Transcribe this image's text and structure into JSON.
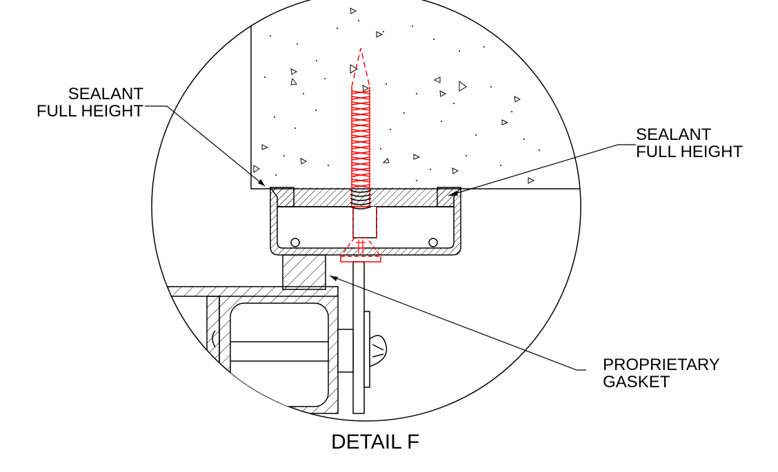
{
  "labels": {
    "sealant_left": [
      "SEALANT",
      "FULL HEIGHT"
    ],
    "sealant_right": [
      "SEALANT",
      "FULL HEIGHT"
    ],
    "gasket": [
      "PROPRIETARY",
      "GASKET"
    ]
  },
  "title": "DETAIL F",
  "colors": {
    "line": "#000000",
    "fastener": "#ff0000",
    "background": "#ffffff"
  }
}
